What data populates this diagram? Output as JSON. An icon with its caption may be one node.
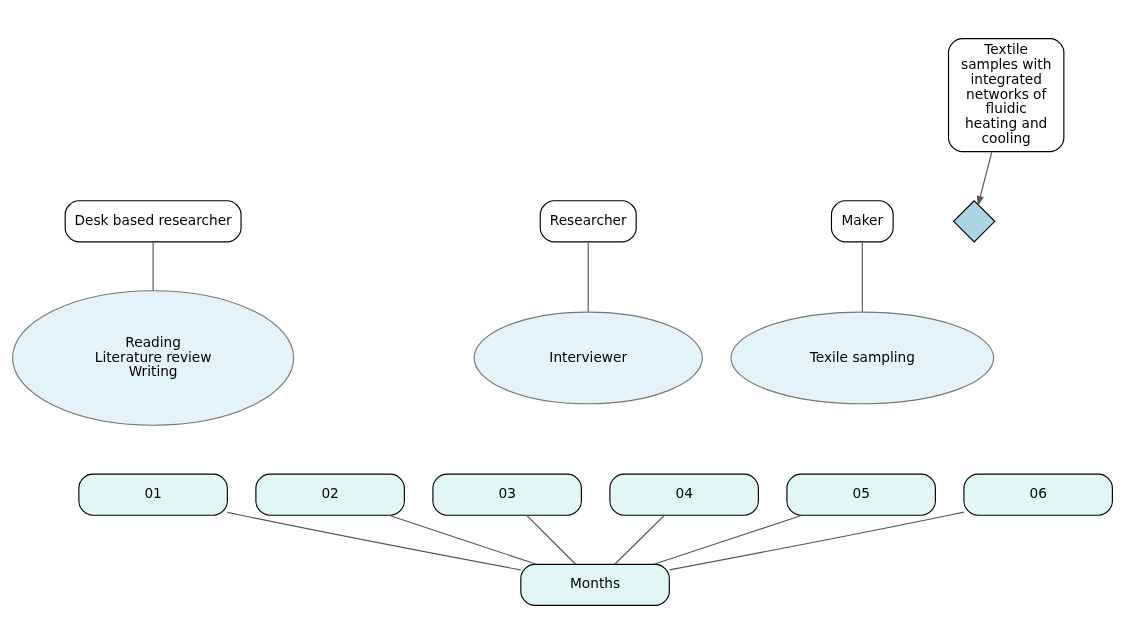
{
  "diagram": {
    "nodes": [
      {
        "text": [
          "Desk based researcher"
        ]
      },
      {
        "text": [
          "Reading",
          "Literature review",
          "Writing"
        ]
      },
      {
        "text": [
          "Researcher"
        ]
      },
      {
        "text": [
          "Interviewer"
        ]
      },
      {
        "text": [
          "Maker"
        ]
      },
      {
        "text": [
          "Texile sampling"
        ]
      },
      {
        "text": [],
        "shape": "diamond"
      },
      {
        "text": [
          "Textile samples with integrated networks of fluidic heating and cooling"
        ]
      },
      {
        "text": [
          "01"
        ]
      },
      {
        "text": [
          "02"
        ]
      },
      {
        "text": [
          "03"
        ]
      },
      {
        "text": [
          "04"
        ]
      },
      {
        "text": [
          "05"
        ]
      },
      {
        "text": [
          "06"
        ]
      },
      {
        "text": [
          "Months"
        ]
      }
    ],
    "edges": [
      {
        "from": 0,
        "to": 1,
        "arrow": "none"
      },
      {
        "from": 2,
        "to": 3,
        "arrow": "none"
      },
      {
        "from": 4,
        "to": 5,
        "arrow": "none"
      },
      {
        "from": 7,
        "to": 6,
        "arrow": "to"
      },
      {
        "from": 8,
        "to": 14,
        "arrow": "none"
      },
      {
        "from": 9,
        "to": 14,
        "arrow": "none"
      },
      {
        "from": 10,
        "to": 14,
        "arrow": "none"
      },
      {
        "from": 11,
        "to": 14,
        "arrow": "none"
      },
      {
        "from": 12,
        "to": 14,
        "arrow": "none"
      },
      {
        "from": 13,
        "to": 14,
        "arrow": "none"
      }
    ]
  }
}
